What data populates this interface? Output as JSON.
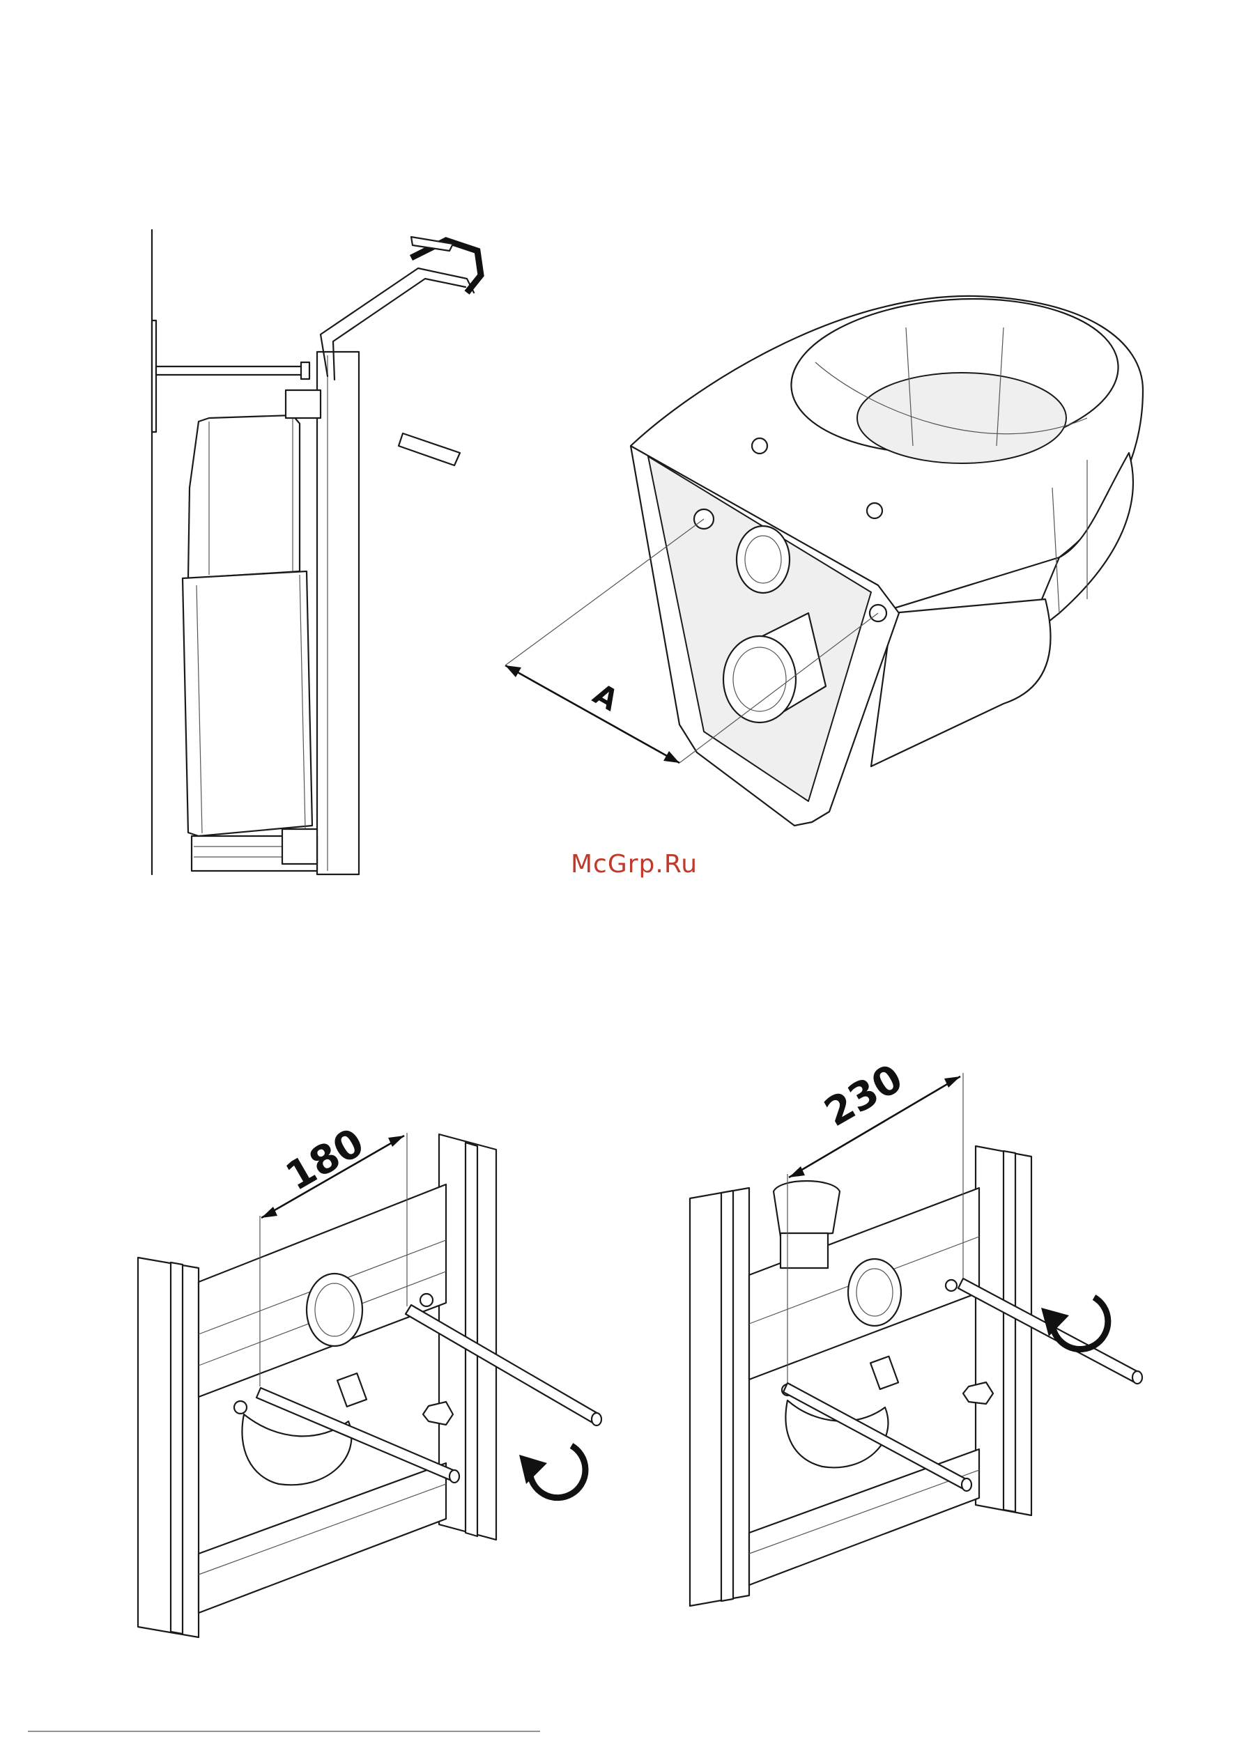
{
  "watermark": "McGrp.Ru",
  "labels": {
    "dimension_a": "A",
    "dimension_180": "180",
    "dimension_230": "230"
  },
  "icons": [
    "rotate-clockwise-arrow-icon",
    "rotate-clockwise-arrow-icon"
  ],
  "colors": {
    "line": "#1a1a1a",
    "watermark": "#c0392b",
    "background": "#ffffff"
  }
}
